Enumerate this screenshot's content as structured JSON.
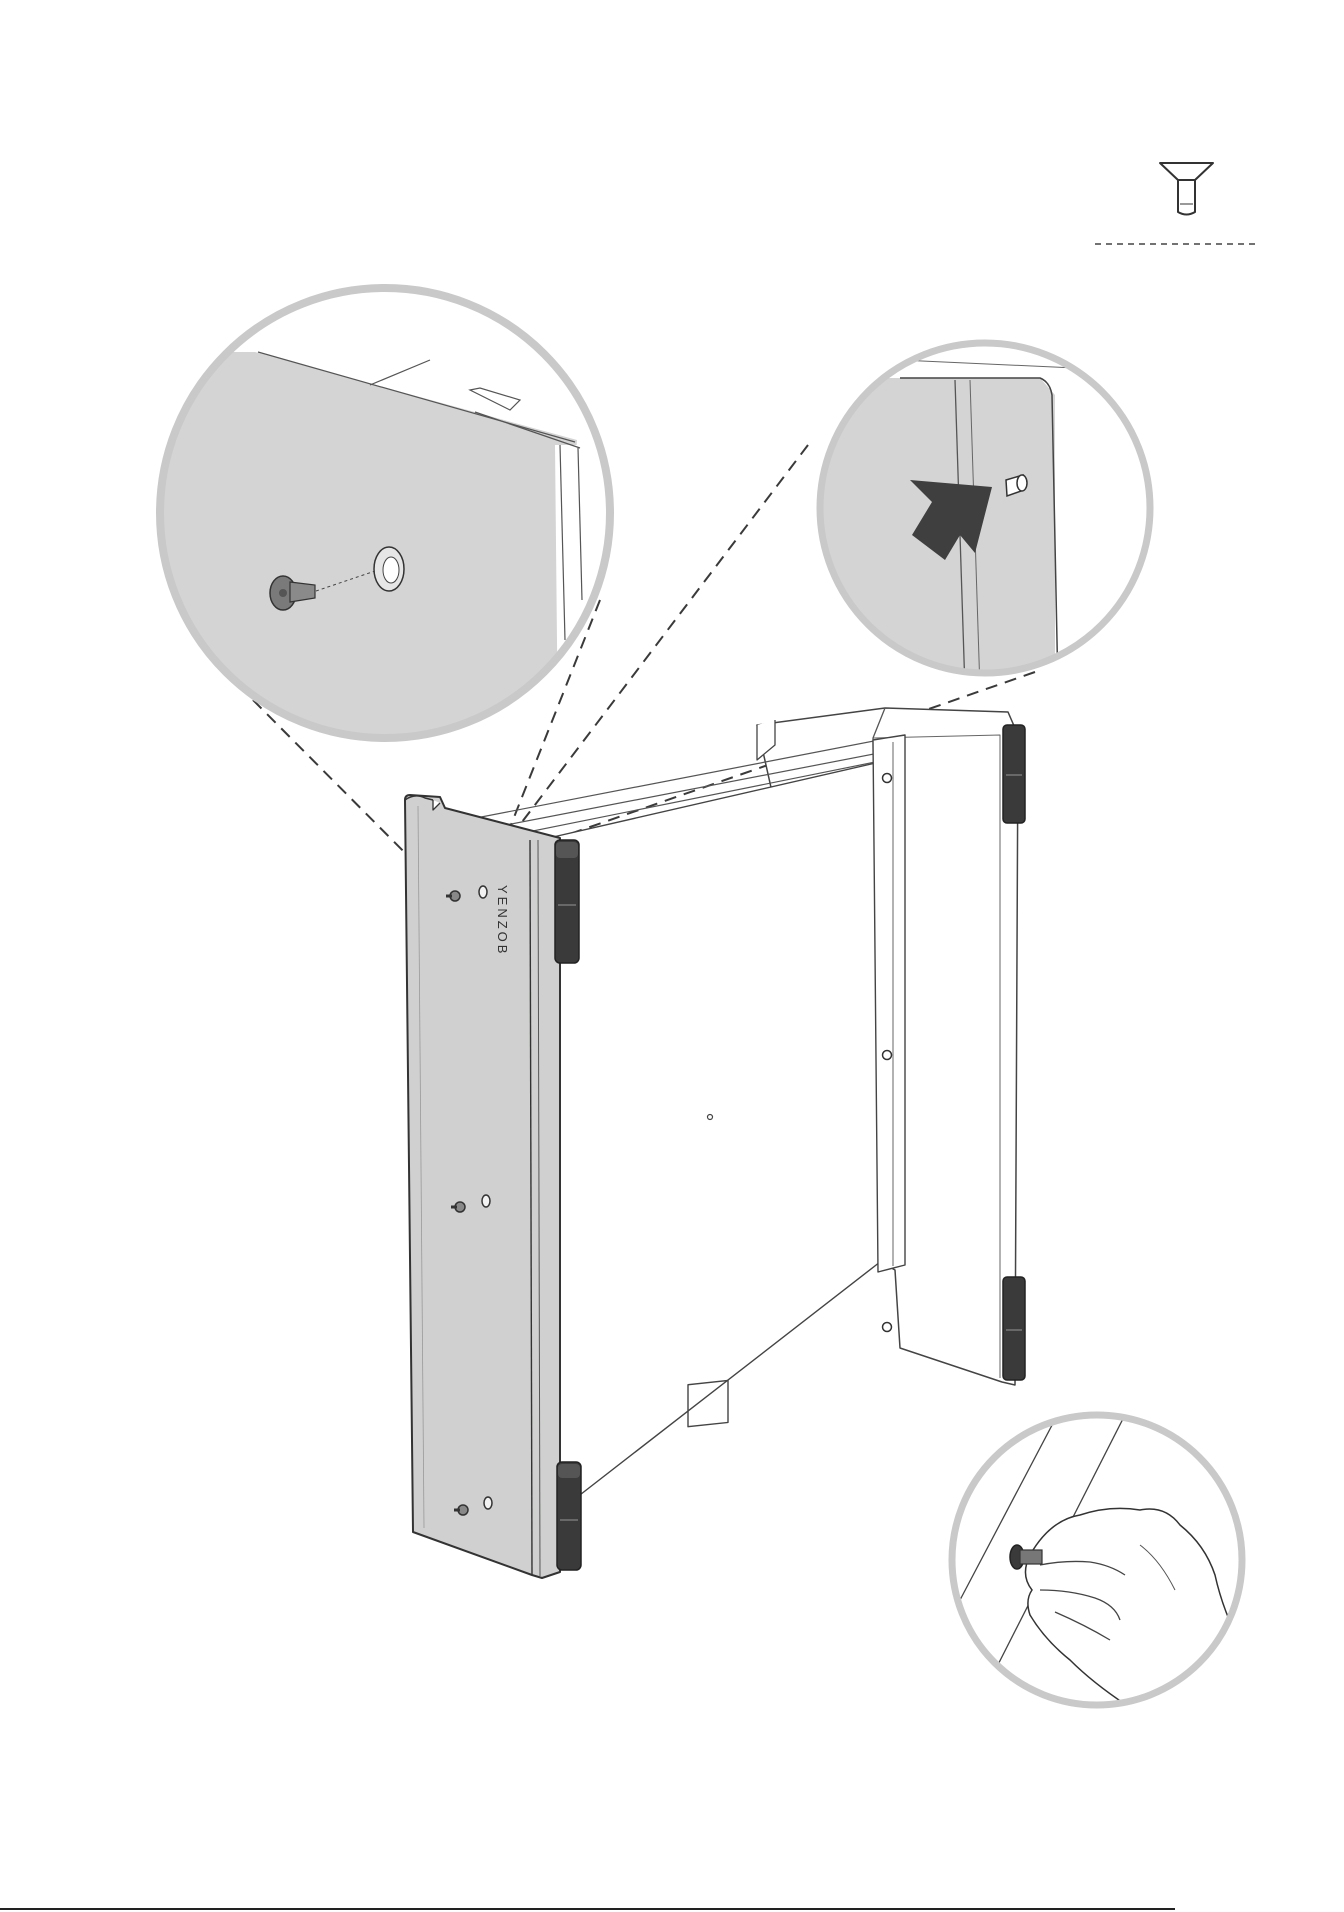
{
  "document": {
    "type": "assembly-instruction-page",
    "brand_mark": "YENZOB"
  },
  "parts_legend": {
    "icon": "countersunk-screw-icon",
    "quantity_label": ""
  },
  "callouts": [
    {
      "id": "detail-screw-insert",
      "icon": "magnified-detail-circle"
    },
    {
      "id": "detail-pin-arrow",
      "icon": "magnified-detail-circle"
    },
    {
      "id": "detail-hand-tighten",
      "icon": "magnified-detail-circle"
    }
  ],
  "colors": {
    "panel_gray": "#cfd0cf",
    "circle_border": "#c9c9c9",
    "line": "#3a3a3a",
    "arrow": "#3e3f3e",
    "detail_fill": "#d3d4d3"
  }
}
